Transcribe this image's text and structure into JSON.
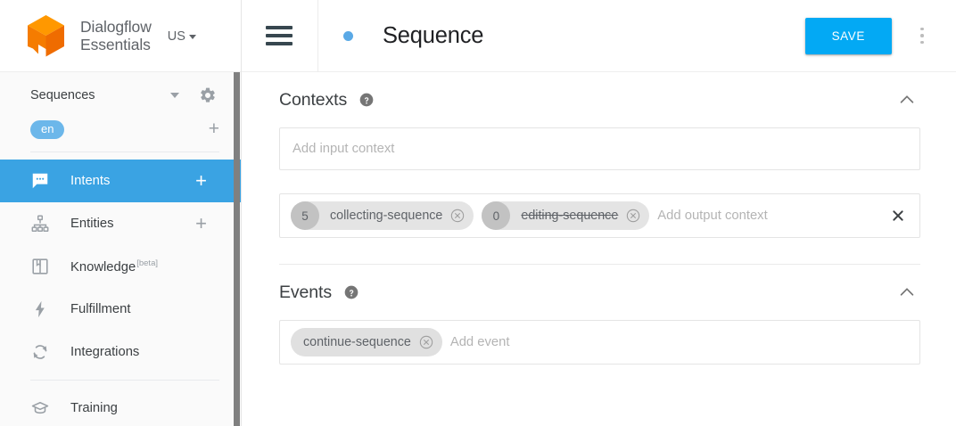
{
  "brand": {
    "logo_icon": "dialogflow-cube-logo",
    "name_line1": "Dialogflow",
    "name_line2": "Essentials",
    "region": "US",
    "region_caret_icon": "caret-down-icon"
  },
  "sidebar": {
    "agent": {
      "name": "Sequences",
      "dropdown_icon": "caret-down-icon",
      "settings_icon": "gear-icon"
    },
    "languages": {
      "chips": [
        "en"
      ],
      "add_icon": "plus-icon"
    },
    "nav_items": [
      {
        "label": "Intents",
        "icon": "chat-bubble-icon",
        "active": true,
        "add_icon": "plus-icon"
      },
      {
        "label": "Entities",
        "icon": "sitemap-icon",
        "active": false,
        "add_icon": "plus-icon"
      },
      {
        "label": "Knowledge",
        "badge": "[beta]",
        "icon": "book-icon",
        "active": false
      },
      {
        "label": "Fulfillment",
        "icon": "lightning-bolt-icon",
        "active": false
      },
      {
        "label": "Integrations",
        "icon": "sync-arrows-icon",
        "active": false
      },
      {
        "label": "Training",
        "icon": "graduation-cap-icon",
        "active": false
      }
    ],
    "scrollbar_color": "#808080"
  },
  "topbar": {
    "menu_icon": "hamburger-menu-icon",
    "status_dot_color": "#5aa9e6",
    "title": "Sequence",
    "save_label": "SAVE",
    "save_color": "#03a9f4",
    "more_icon": "kebab-menu-icon"
  },
  "contexts": {
    "title": "Contexts",
    "help_icon": "help-circle-icon",
    "collapse_icon": "chevron-up-icon",
    "input": {
      "placeholder": "Add input context",
      "chips": []
    },
    "output": {
      "placeholder": "Add output context",
      "clear_icon": "close-x-icon",
      "chips": [
        {
          "lifespan": "5",
          "label": "collecting-sequence",
          "struck": false,
          "remove_icon": "circle-x-icon"
        },
        {
          "lifespan": "0",
          "label": "editing-sequence",
          "struck": true,
          "remove_icon": "circle-x-icon"
        }
      ]
    }
  },
  "events": {
    "title": "Events",
    "help_icon": "help-circle-icon",
    "collapse_icon": "chevron-up-icon",
    "placeholder": "Add event",
    "chips": [
      {
        "label": "continue-sequence",
        "remove_icon": "circle-x-icon"
      }
    ]
  }
}
